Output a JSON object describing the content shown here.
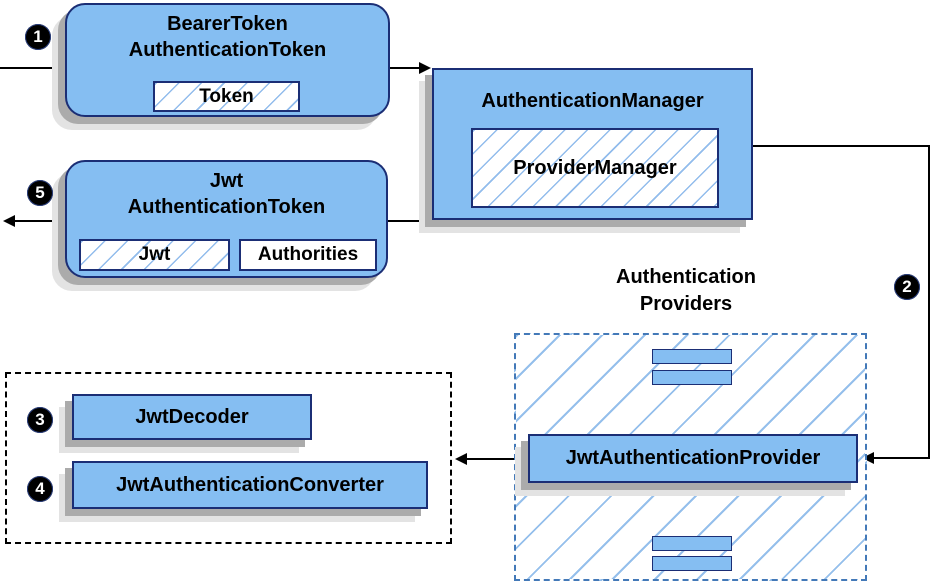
{
  "badges": {
    "step1": "1",
    "step2": "2",
    "step3": "3",
    "step4": "4",
    "step5": "5"
  },
  "bearer": {
    "title_line1": "BearerToken",
    "title_line2": "AuthenticationToken",
    "chip": "Token"
  },
  "manager": {
    "title": "AuthenticationManager",
    "chip": "ProviderManager"
  },
  "jwt_token": {
    "title_line1": "Jwt",
    "title_line2": "AuthenticationToken",
    "chip_jwt": "Jwt",
    "chip_authorities": "Authorities"
  },
  "providers": {
    "label_line1": "Authentication",
    "label_line2": "Providers",
    "provider_label": "JwtAuthenticationProvider"
  },
  "decoder_group": {
    "decoder_label": "JwtDecoder",
    "converter_label": "JwtAuthenticationConverter"
  },
  "colors": {
    "node_fill": "#85BEF2",
    "node_border": "#1B2E75",
    "hatch_line": "#8CB9EB",
    "providers_dash_border": "#4379B8",
    "decoder_dash_border": "#000000",
    "arrow": "#000000",
    "badge_bg": "#000000",
    "badge_text": "#FFFFFF",
    "shadow_dark": "#ABABAB",
    "shadow_light": "#E3E3E3"
  }
}
